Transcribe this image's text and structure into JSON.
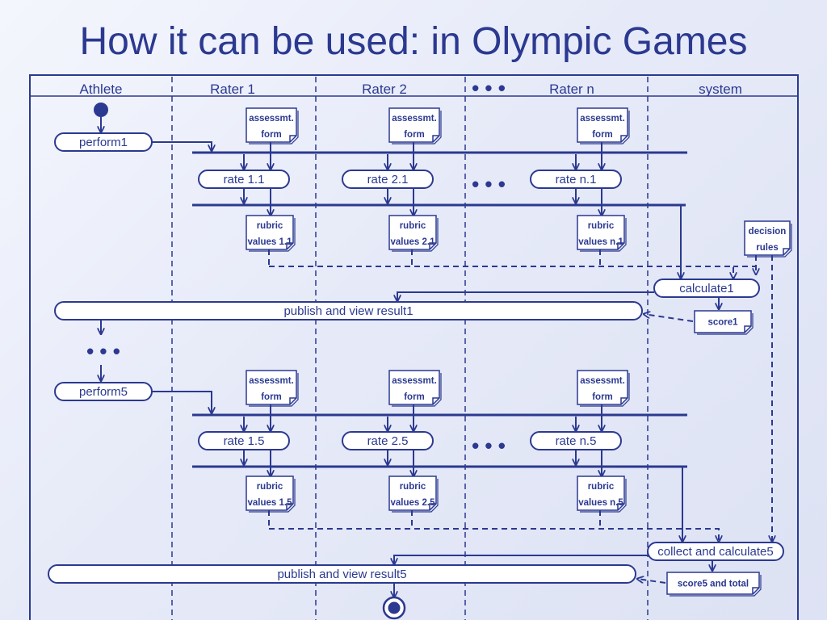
{
  "title": "How it can be used: in Olympic Games",
  "lanes": [
    "Athlete",
    "Rater 1",
    "Rater 2",
    "Rater n",
    "system"
  ],
  "ellipsis": "• • •",
  "athlete": {
    "perform1": "perform1",
    "perform5": "perform5"
  },
  "round1": {
    "forms": [
      "assessmt.|form",
      "assessmt.|form",
      "assessmt.|form"
    ],
    "rates": [
      "rate 1.1",
      "rate 2.1",
      "rate n.1"
    ],
    "rubrics": [
      "rubric|values 1.1",
      "rubric|values 2.1",
      "rubric|values n.1"
    ],
    "calculate": "calculate1",
    "score": "score1",
    "publish": "publish and view result1"
  },
  "round5": {
    "forms": [
      "assessmt.|form",
      "assessmt.|form",
      "assessmt.|form"
    ],
    "rates": [
      "rate 1.5",
      "rate 2.5",
      "rate n.5"
    ],
    "rubrics": [
      "rubric|values 1.5",
      "rubric|values 2.5",
      "rubric|values n.5"
    ],
    "calculate": "collect and calculate5",
    "score": "score5 and total",
    "publish": "publish and view result5"
  },
  "decision_rules": "decision|rules",
  "colors": {
    "ink": "#2b3990",
    "box": "#ffffff"
  }
}
